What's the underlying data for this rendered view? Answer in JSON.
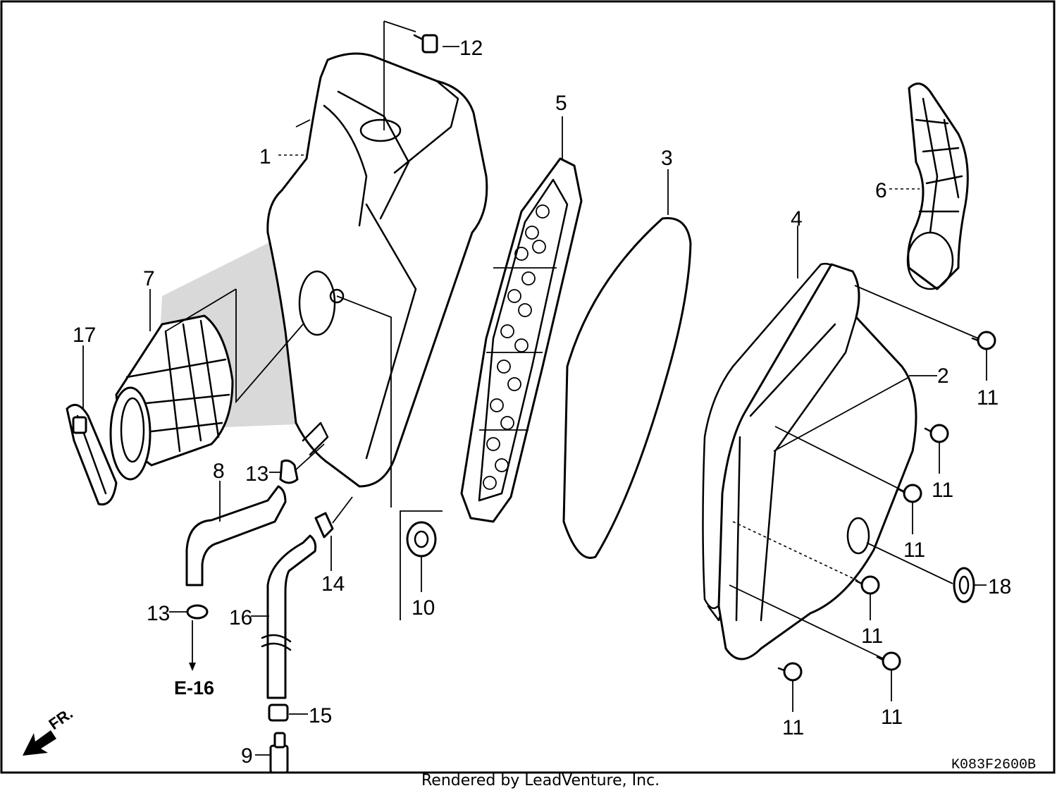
{
  "callouts": {
    "c1": "1",
    "c2": "2",
    "c3": "3",
    "c4": "4",
    "c5": "5",
    "c6": "6",
    "c7": "7",
    "c8": "8",
    "c9": "9",
    "c10": "10",
    "c11a": "11",
    "c11b": "11",
    "c11c": "11",
    "c11d": "11",
    "c11e": "11",
    "c11f": "11",
    "c12": "12",
    "c13a": "13",
    "c13b": "13",
    "c14": "14",
    "c15": "15",
    "c16": "16",
    "c17": "17",
    "c18": "18"
  },
  "reference": "E-16",
  "direction": "FR.",
  "diagram_code": "K083F2600B",
  "credit": "Rendered by LeadVenture, Inc."
}
